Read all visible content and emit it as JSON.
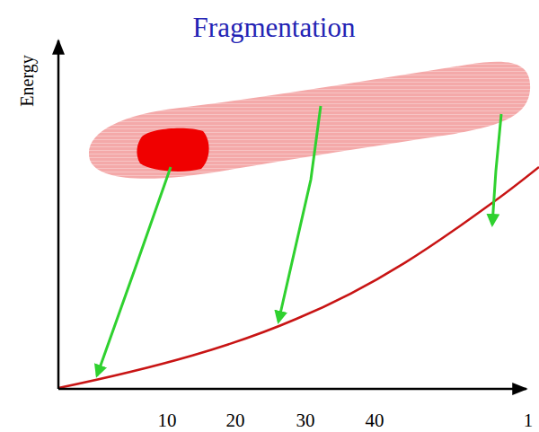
{
  "diagram": {
    "title": "Fragmentation",
    "labels": [
      "Energy",
      "10",
      "20",
      "30",
      "40",
      "1"
    ]
  }
}
